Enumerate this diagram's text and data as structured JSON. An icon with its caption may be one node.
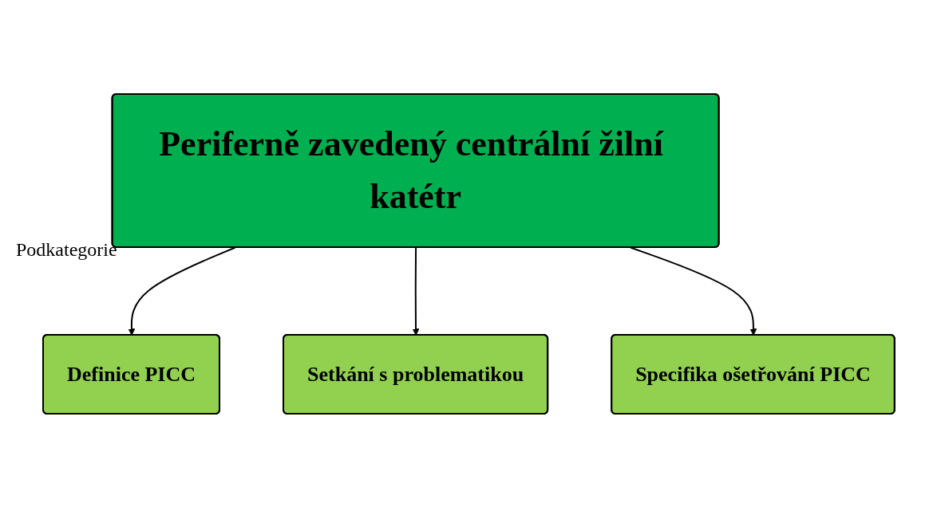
{
  "diagram": {
    "nodes": [
      {
        "text": [
          "Periferně zavedený centrální žilní katétr"
        ]
      },
      {
        "text": [
          "Definice PICC"
        ]
      },
      {
        "text": [
          "Setkání s problematikou"
        ]
      },
      {
        "text": [
          "Specifika ošetřování PICC"
        ]
      }
    ],
    "edges": [
      {
        "from": 0,
        "to": 1,
        "arrow": "to"
      },
      {
        "from": 0,
        "to": 2,
        "arrow": "to"
      },
      {
        "from": 0,
        "to": 3,
        "arrow": "to"
      }
    ],
    "labels": [
      "Podkategorie"
    ]
  }
}
